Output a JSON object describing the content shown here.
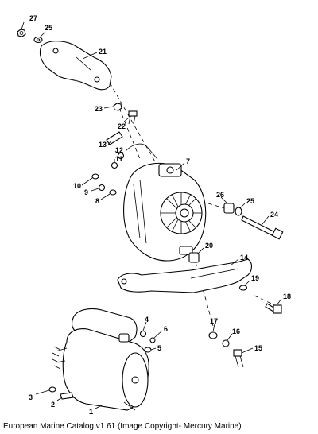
{
  "caption": "European Marine Catalog v1.61 (Image Copyright- Mercury Marine)",
  "callouts": [
    {
      "id": "c1",
      "label": "1"
    },
    {
      "id": "c2",
      "label": "2"
    },
    {
      "id": "c3",
      "label": "3"
    },
    {
      "id": "c4",
      "label": "4"
    },
    {
      "id": "c5",
      "label": "5"
    },
    {
      "id": "c6",
      "label": "6"
    },
    {
      "id": "c7",
      "label": "7"
    },
    {
      "id": "c8",
      "label": "8"
    },
    {
      "id": "c9",
      "label": "9"
    },
    {
      "id": "c10",
      "label": "10"
    },
    {
      "id": "c11",
      "label": "11"
    },
    {
      "id": "c12",
      "label": "12"
    },
    {
      "id": "c13",
      "label": "13"
    },
    {
      "id": "c14",
      "label": "14"
    },
    {
      "id": "c15",
      "label": "15"
    },
    {
      "id": "c16",
      "label": "16"
    },
    {
      "id": "c17",
      "label": "17"
    },
    {
      "id": "c18",
      "label": "18"
    },
    {
      "id": "c19",
      "label": "19"
    },
    {
      "id": "c20",
      "label": "20"
    },
    {
      "id": "c21",
      "label": "21"
    },
    {
      "id": "c22",
      "label": "22"
    },
    {
      "id": "c23",
      "label": "23"
    },
    {
      "id": "c24",
      "label": "24"
    },
    {
      "id": "c25a",
      "label": "25"
    },
    {
      "id": "c25b",
      "label": "25"
    },
    {
      "id": "c26",
      "label": "26"
    },
    {
      "id": "c27",
      "label": "27"
    }
  ]
}
